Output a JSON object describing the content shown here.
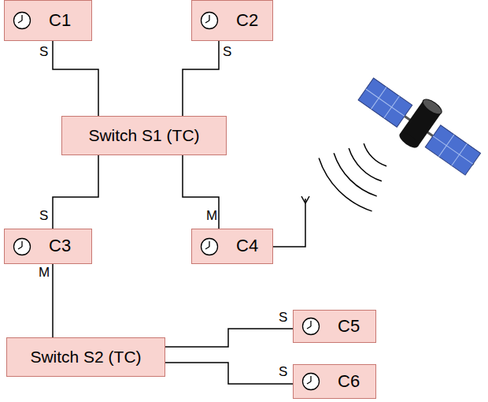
{
  "diagram": {
    "nodes": [
      {
        "text": [
          "C1"
        ]
      },
      {
        "text": [
          "C2"
        ]
      },
      {
        "text": [
          "Switch S1 (TC)"
        ]
      },
      {
        "text": [
          "C3"
        ]
      },
      {
        "text": [
          "C4"
        ]
      },
      {
        "text": [
          "Switch S2 (TC)"
        ]
      },
      {
        "text": [
          "C5"
        ]
      },
      {
        "text": [
          "C6"
        ]
      }
    ],
    "edges": [
      {
        "from": 0,
        "to": 2,
        "arrow": "none"
      },
      {
        "from": 1,
        "to": 2,
        "arrow": "none"
      },
      {
        "from": 2,
        "to": 3,
        "arrow": "none"
      },
      {
        "from": 2,
        "to": 4,
        "arrow": "none"
      },
      {
        "from": 3,
        "to": 5,
        "arrow": "none"
      },
      {
        "from": 5,
        "to": 6,
        "arrow": "none"
      },
      {
        "from": 5,
        "to": 7,
        "arrow": "none"
      }
    ],
    "labels": [
      "S",
      "S",
      "S",
      "M",
      "M",
      "S",
      "S"
    ]
  }
}
